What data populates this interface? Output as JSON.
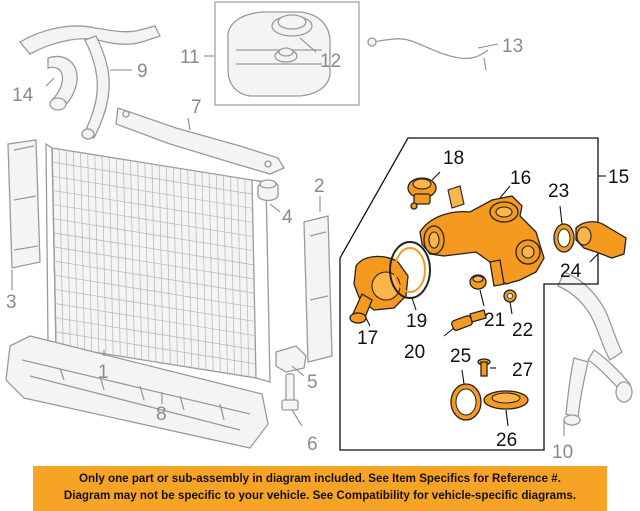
{
  "callouts": {
    "c1": "1",
    "c2": "2",
    "c3": "3",
    "c4": "4",
    "c5": "5",
    "c6": "6",
    "c7": "7",
    "c8": "8",
    "c9": "9",
    "c10": "10",
    "c11": "11",
    "c12": "12",
    "c13": "13",
    "c14": "14",
    "c15": "15",
    "c16": "16",
    "c17": "17",
    "c18": "18",
    "c19": "19",
    "c20": "20",
    "c21": "21",
    "c22": "22",
    "c23": "23",
    "c24": "24",
    "c25": "25",
    "c26": "26",
    "c27": "27"
  },
  "notice": {
    "line1": "Only one part or sub-assembly in diagram included. See Item Specifics for Reference #.",
    "line2": "Diagram may not be specific to your vehicle. See Compatibility for vehicle-specific diagrams."
  },
  "colors": {
    "highlight_parts": "#f59a1e",
    "notice_bar": "#f7a326",
    "context_parts": "#9a9a9a"
  }
}
